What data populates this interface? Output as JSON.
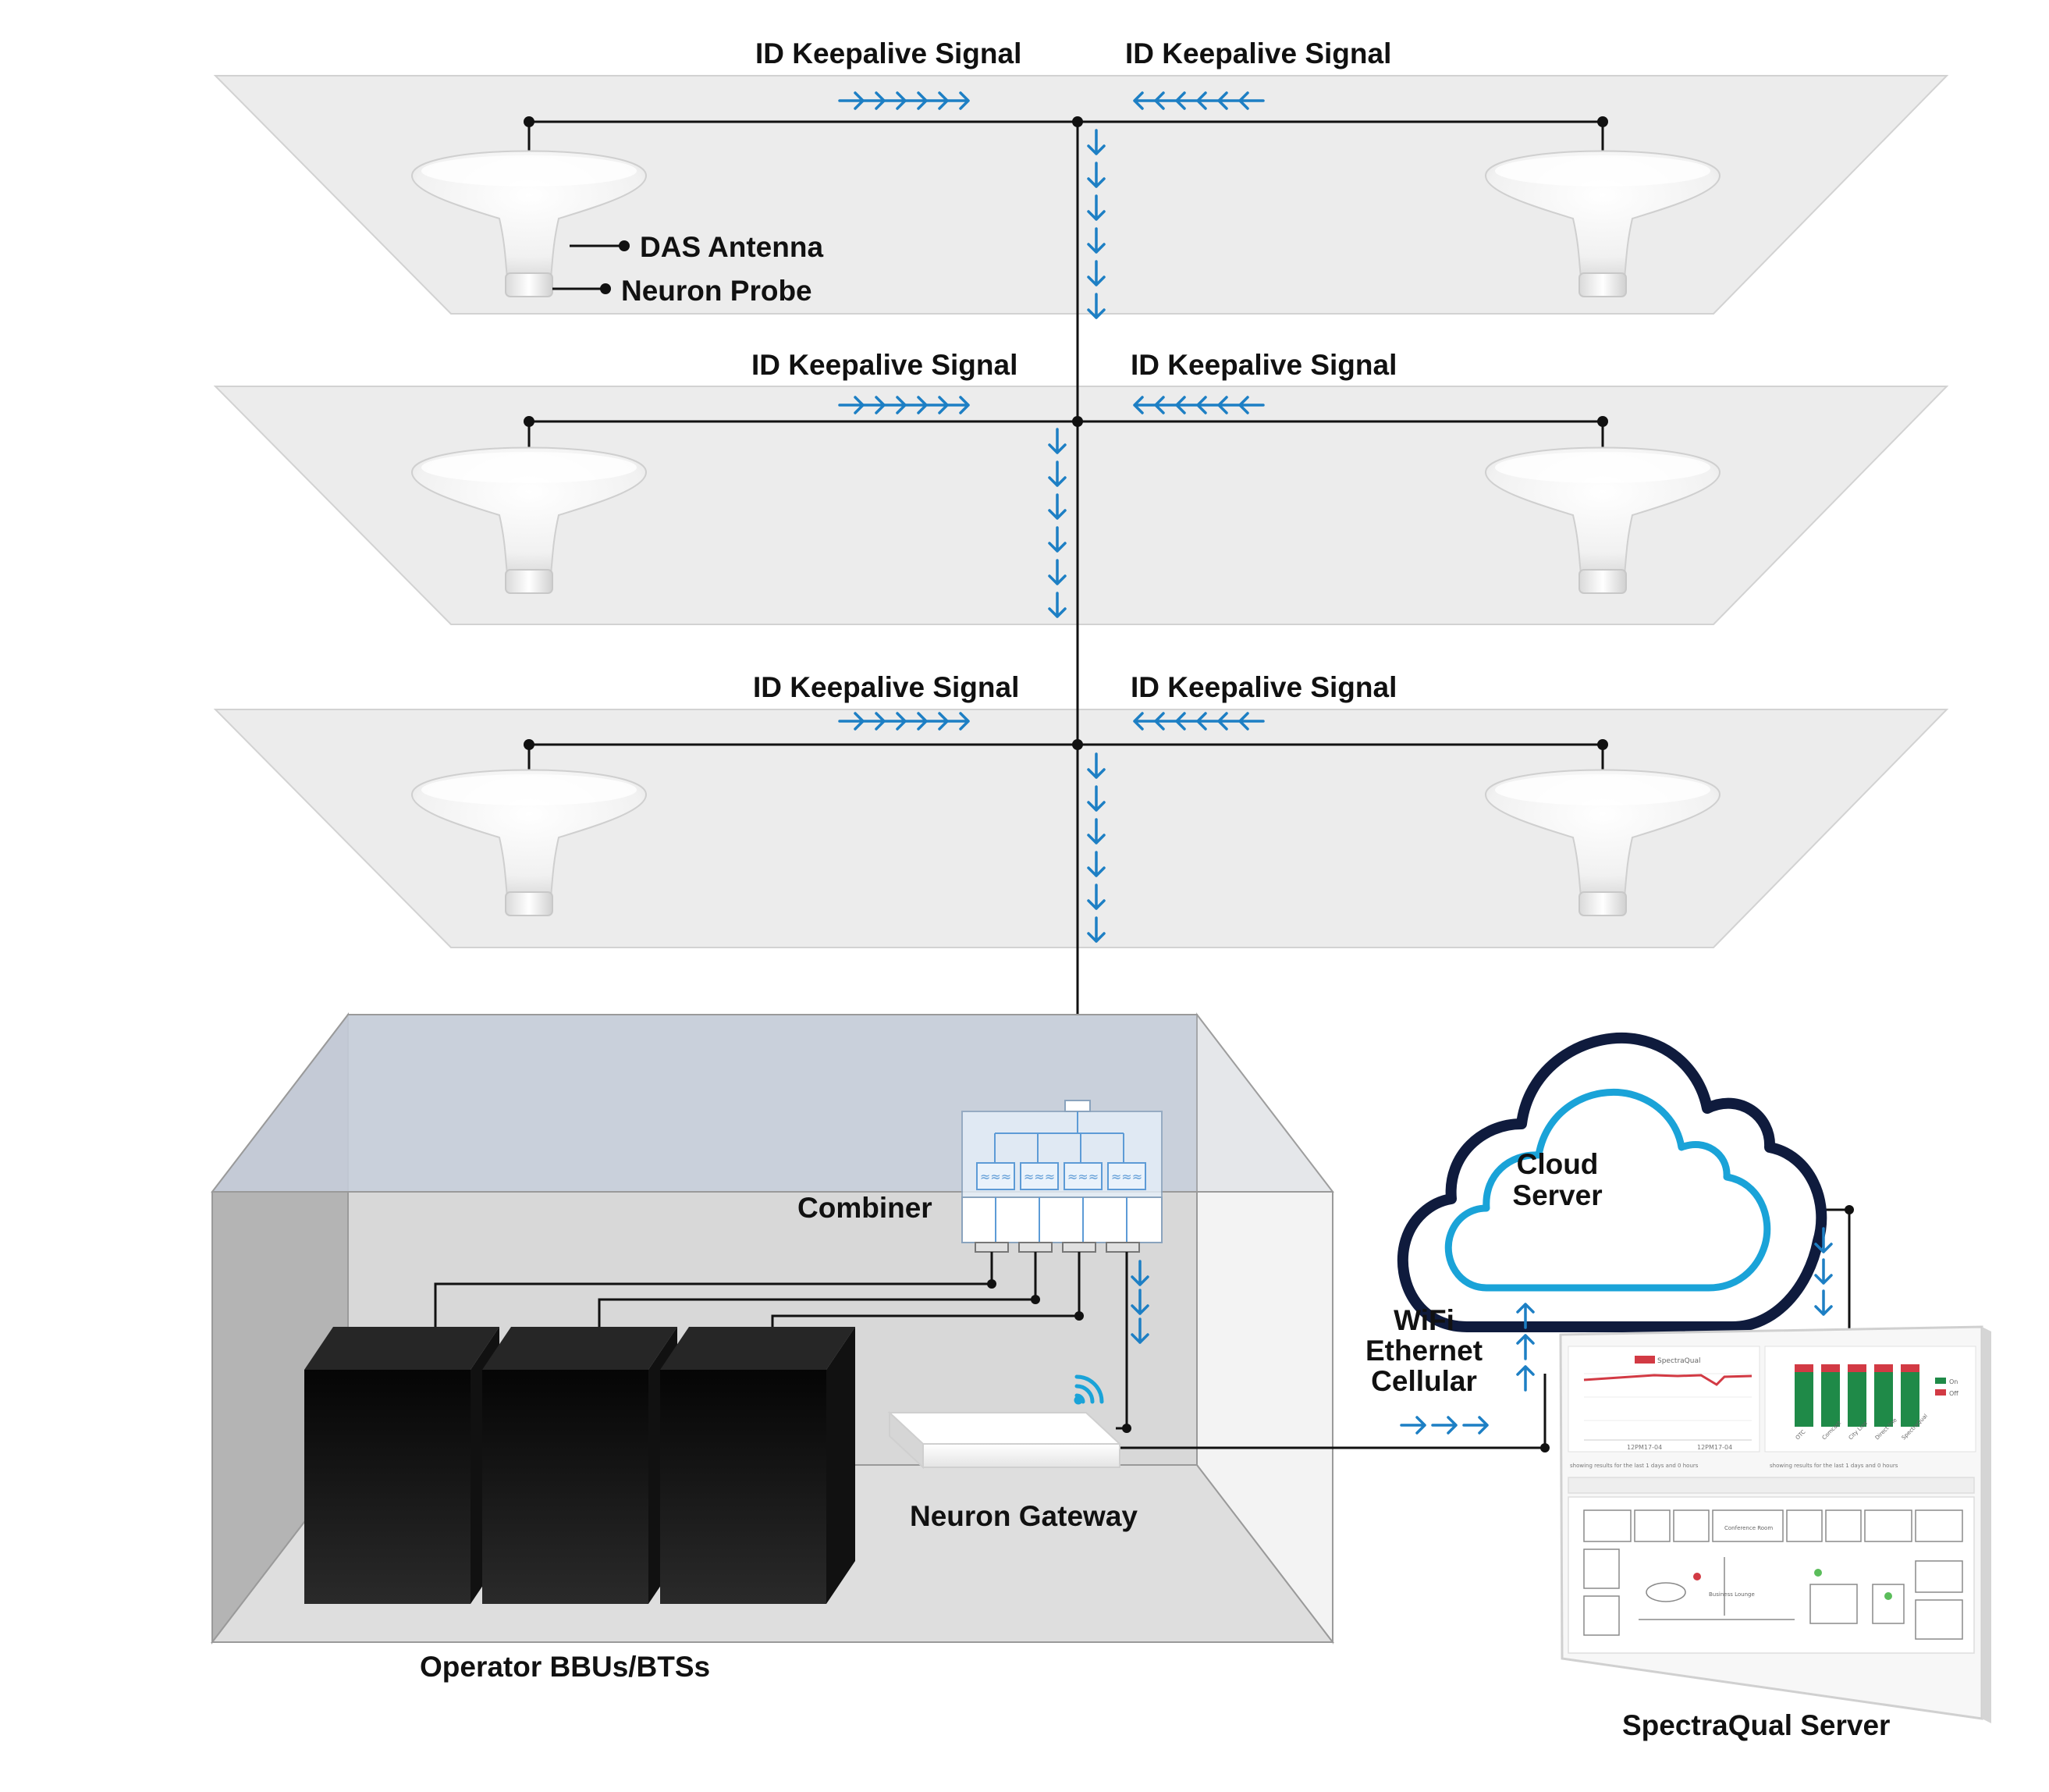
{
  "colors": {
    "arrow": "#1d7fc4",
    "floor": "#ececec",
    "line": "#111111",
    "cloud_outer": "#0f1b3d",
    "cloud_inner": "#1aa3d8",
    "rack": "#0a0a0a"
  },
  "floors": [
    {
      "label_left": "ID Keepalive Signal",
      "label_right": "ID Keepalive Signal"
    },
    {
      "label_left": "ID Keepalive Signal",
      "label_right": "ID Keepalive Signal"
    },
    {
      "label_left": "ID Keepalive Signal",
      "label_right": "ID Keepalive Signal"
    }
  ],
  "callouts": {
    "das_antenna": "DAS Antenna",
    "neuron_probe": "Neuron Probe"
  },
  "equipment_room": {
    "combiner": "Combiner",
    "neuron_gateway": "Neuron Gateway",
    "operator": "Operator BBUs/BTSs"
  },
  "cloud": {
    "line1": "Cloud",
    "line2": "Server",
    "link_types": [
      "WiFi",
      "Ethernet",
      "Cellular"
    ]
  },
  "server": {
    "label": "SpectraQual Server",
    "chart_title": "SpectraQual",
    "legend": [
      "On",
      "Off"
    ],
    "bars": [
      "OTC",
      "Comcast",
      "City Line",
      "Direct line",
      "SpectraQual"
    ],
    "x_ticks": [
      "12PM17-04",
      "12PM17-04"
    ],
    "note_left": "showing results for the last 1 days and 0 hours",
    "note_right": "showing results for the last 1 days and 0 hours",
    "floor_labels": [
      "Conference Room",
      "Business Lounge"
    ]
  }
}
